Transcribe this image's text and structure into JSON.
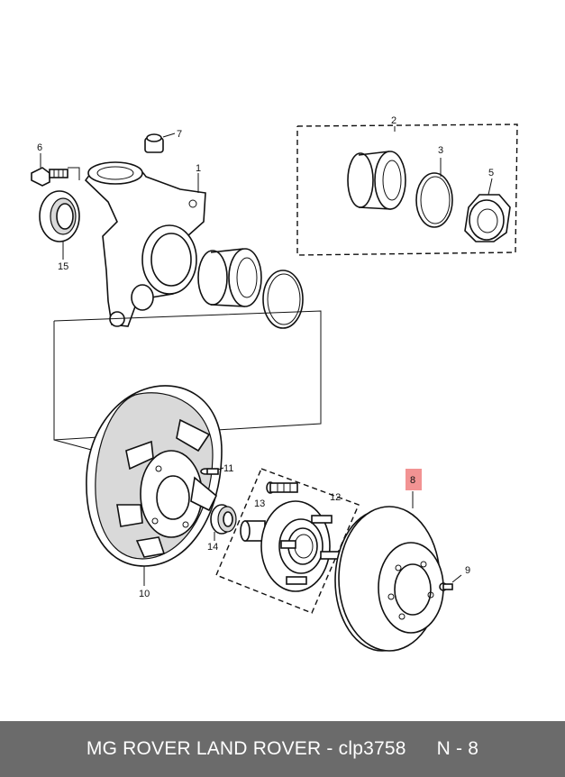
{
  "diagram": {
    "callouts": {
      "c1": "1",
      "c2": "2",
      "c3": "3",
      "c5": "5",
      "c6": "6",
      "c7": "7",
      "c8": "8",
      "c9": "9",
      "c10": "10",
      "c11": "11",
      "c12": "12",
      "c13": "13",
      "c14": "14",
      "c15": "15"
    },
    "highlight_color": "#f08080"
  },
  "footer": {
    "brand": "MG ROVER LAND ROVER - clp3758",
    "ref": "N - 8",
    "background": "#6b6b6b"
  }
}
